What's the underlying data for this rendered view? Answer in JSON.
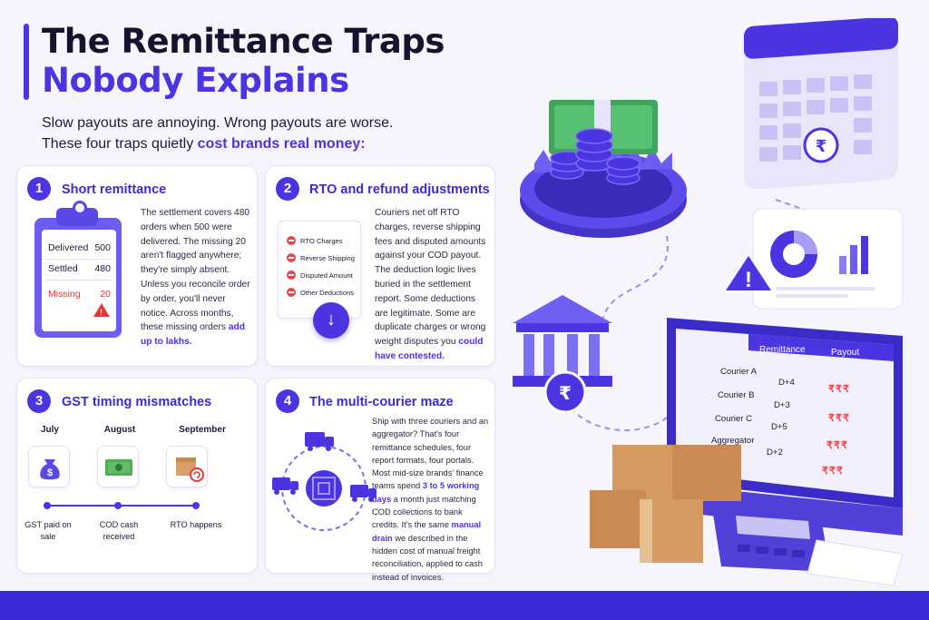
{
  "header": {
    "title_line1": "The Remittance Traps",
    "title_line2": "Nobody Explains",
    "subtitle_line1": "Slow payouts are annoying. Wrong payouts are worse.",
    "subtitle_line2_prefix": "These four traps quietly ",
    "subtitle_line2_highlight": "cost brands real money:"
  },
  "cards": [
    {
      "number": "1",
      "title": "Short remittance",
      "body": "The settlement covers 480 orders when 500 were delivered. The missing 20 aren't flagged anywhere; they're simply absent. Unless you reconcile order by order, you'll never notice. Across months, these missing orders ",
      "body_highlight": "add up to lakhs.",
      "clipboard": [
        {
          "label": "Delivered",
          "value": "500"
        },
        {
          "label": "Settled",
          "value": "480"
        },
        {
          "label": "Missing",
          "value": "20"
        }
      ]
    },
    {
      "number": "2",
      "title": "RTO and refund adjustments",
      "body": "Couriers net off RTO charges, reverse shipping fees and disputed amounts against your COD payout. The deduction logic lives buried in the settlement report. Some deductions are legitimate. Some are duplicate charges or wrong weight disputes you ",
      "body_highlight": "could have contested.",
      "receipt_items": [
        "RTO Charges",
        "Reverse Shipping",
        "Disputed Amount",
        "Other Deductions"
      ]
    },
    {
      "number": "3",
      "title": "GST timing mismatches",
      "timeline": [
        {
          "month": "July",
          "label": "GST paid on sale"
        },
        {
          "month": "August",
          "label": "COD cash received"
        },
        {
          "month": "September",
          "label": "RTO happens"
        }
      ]
    },
    {
      "number": "4",
      "title": "The multi-courier maze",
      "body_a": "Ship with three couriers and an aggregator? That's four remittance schedules, four report formats, four portals. Most mid-size brands' finance teams spend ",
      "body_hl1": "3 to 5 working days",
      "body_b": " a month just matching COD collections to bank credits. It's the same ",
      "body_hl2": "manual drain",
      "body_c": " we described in the hidden cost of manual freight reconciliation, applied to cash instead of invoices."
    }
  ],
  "laptop_table": {
    "headers": [
      "Remittance",
      "Payout"
    ],
    "rows": [
      {
        "courier": "Courier A",
        "remittance": "D+4",
        "payout": "₹₹₹"
      },
      {
        "courier": "Courier B",
        "remittance": "D+3",
        "payout": "₹₹₹"
      },
      {
        "courier": "Courier C",
        "remittance": "D+5",
        "payout": "₹₹₹"
      },
      {
        "courier": "Aggregator",
        "remittance": "D+2",
        "payout": "₹₹₹"
      }
    ]
  },
  "colors": {
    "accent": "#4a35e0",
    "danger": "#e53935",
    "background": "#f6f5fd"
  }
}
